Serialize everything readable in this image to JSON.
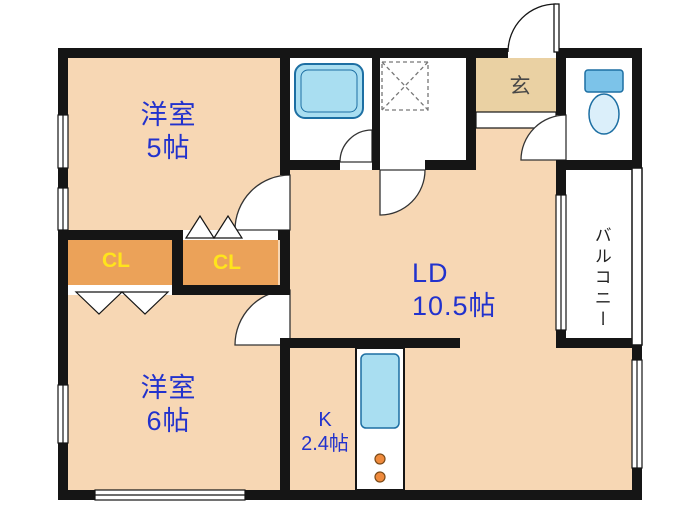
{
  "plan": {
    "rooms": {
      "room5": {
        "label": "洋室",
        "size": "5帖"
      },
      "room6": {
        "label": "洋室",
        "size": "6帖"
      },
      "living": {
        "label": "LD",
        "size": "10.5帖"
      },
      "kitchen": {
        "label": "K",
        "size": "2.4帖"
      },
      "entrance": {
        "label": "玄"
      },
      "balcony": {
        "label": "バルコニー"
      },
      "closet_left": {
        "label": "CL"
      },
      "closet_right": {
        "label": "CL"
      }
    },
    "colors": {
      "wall": "#151515",
      "room_fill": "#f7d7b4",
      "closet_fill": "#eba259",
      "genkan_fill": "#ead1a3",
      "fixture_fill": "#a9def1",
      "fixture_stroke": "#1d6fa3",
      "room_text": "#2232cd",
      "closet_text": "#ffe41c",
      "entrance_text": "#474747",
      "balcony_text": "#222222",
      "burner_fill": "#ef8a3c",
      "burner_stroke": "#7a4a18"
    },
    "fixtures": {
      "bathtub": "bathtub-icon",
      "washer_pan": "washing-machine-pan-icon",
      "toilet": "toilet-icon",
      "kitchen_sink": "kitchen-sink-icon",
      "stove": "stove-burners-icon",
      "entrance_door": "entrance-door-swing-icon",
      "interior_doors": "door-swing-icon",
      "closet_doors": "folding-door-icon",
      "windows": "window-icon",
      "balcony_rail": "balcony-railing-icon"
    }
  }
}
